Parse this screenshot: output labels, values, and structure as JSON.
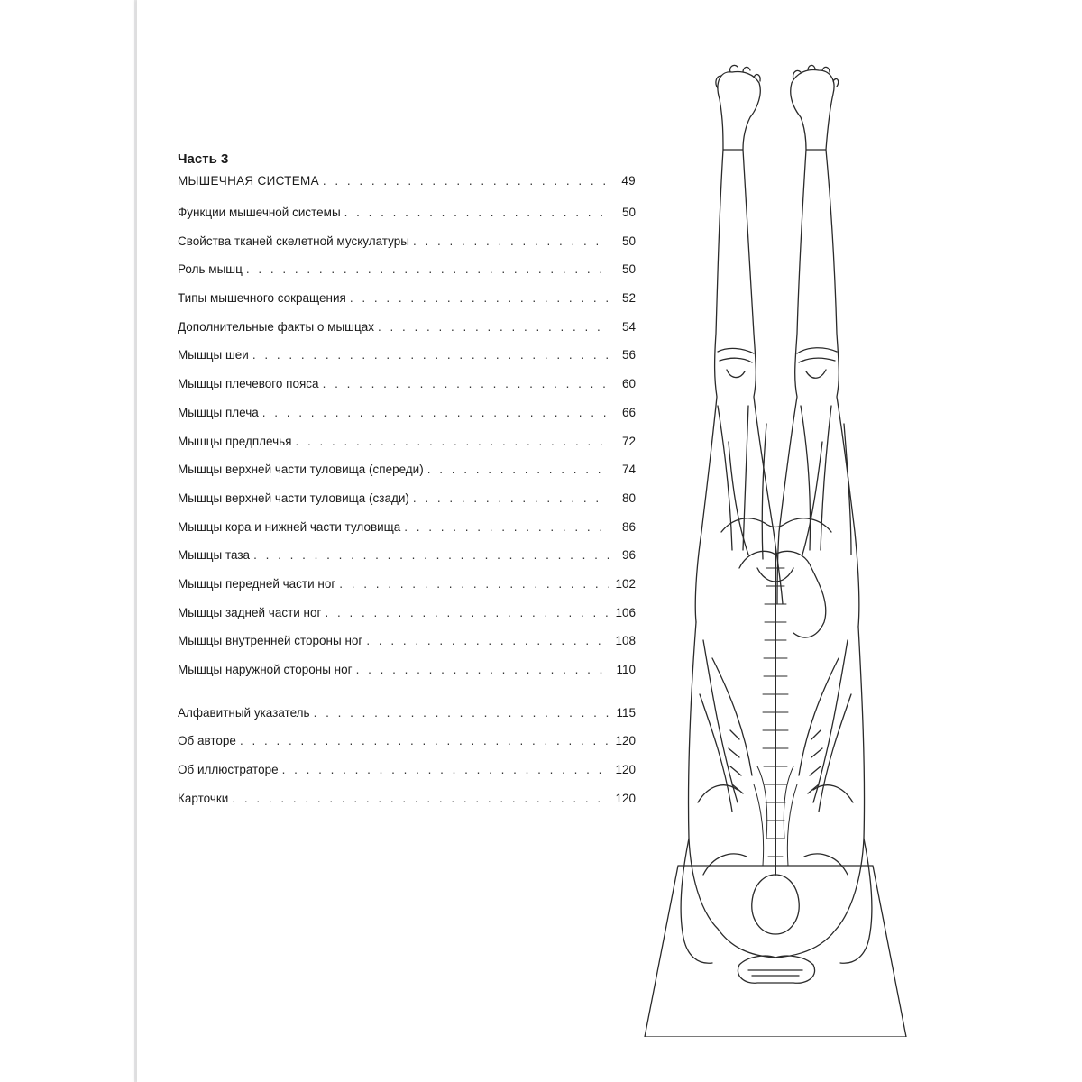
{
  "toc": {
    "part_title": "Часть 3",
    "section": {
      "label": "МЫШЕЧНАЯ СИСТЕМА",
      "page": "49"
    },
    "entries": [
      {
        "label": "Функции мышечной системы",
        "page": "50"
      },
      {
        "label": "Свойства тканей скелетной мускулатуры",
        "page": "50"
      },
      {
        "label": "Роль мышц",
        "page": "50"
      },
      {
        "label": "Типы мышечного сокращения",
        "page": "52"
      },
      {
        "label": "Дополнительные факты о мышцах",
        "page": "54"
      },
      {
        "label": "Мышцы шеи",
        "page": "56"
      },
      {
        "label": "Мышцы плечевого пояса",
        "page": "60"
      },
      {
        "label": "Мышцы плеча",
        "page": "66"
      },
      {
        "label": "Мышцы предплечья",
        "page": "72"
      },
      {
        "label": "Мышцы верхней части туловища (спереди)",
        "page": "74"
      },
      {
        "label": "Мышцы верхней части туловища (сзади)",
        "page": "80"
      },
      {
        "label": "Мышцы кора и нижней части туловища",
        "page": "86"
      },
      {
        "label": "Мышцы таза",
        "page": "96"
      },
      {
        "label": "Мышцы передней части ног",
        "page": "102"
      },
      {
        "label": "Мышцы задней части ног",
        "page": "106"
      },
      {
        "label": "Мышцы внутренней стороны ног",
        "page": "108"
      },
      {
        "label": "Мышцы наружной стороны ног",
        "page": "110"
      }
    ],
    "appendix": [
      {
        "label": "Алфавитный указатель",
        "page": "115"
      },
      {
        "label": "Об авторе",
        "page": "120"
      },
      {
        "label": "Об иллюстраторе",
        "page": "120"
      },
      {
        "label": "Карточки",
        "page": "120"
      }
    ]
  },
  "figure": {
    "icon": "anatomy-headstand-illustration",
    "line_color": "#2a2a2a"
  }
}
